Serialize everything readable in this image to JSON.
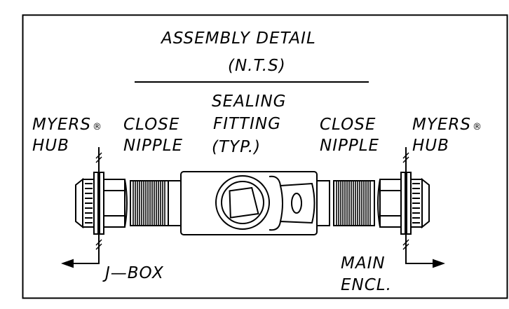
{
  "title": {
    "line1": "ASSEMBLY DETAIL",
    "line2": "(N.T.S)"
  },
  "labels": {
    "myers_hub_left": {
      "line1": "MYERS",
      "reg": "®",
      "line2": "HUB"
    },
    "close_nipple_left": {
      "line1": "CLOSE",
      "line2": "NIPPLE"
    },
    "sealing_fitting": {
      "line1": "SEALING",
      "line2": "FITTING",
      "line3": "(TYP.)"
    },
    "close_nipple_right": {
      "line1": "CLOSE",
      "line2": "NIPPLE"
    },
    "myers_hub_right": {
      "line1": "MYERS",
      "reg": "®",
      "line2": "HUB"
    },
    "j_box": "J—BOX",
    "main_encl": {
      "line1": "MAIN",
      "line2": "ENCL."
    }
  }
}
